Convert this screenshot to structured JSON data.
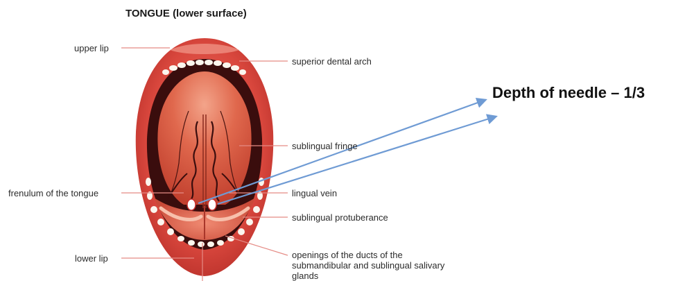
{
  "title": "TONGUE (lower surface)",
  "annotation": "Depth of needle – 1/3",
  "labels": {
    "upper_lip": "upper lip",
    "frenulum": "frenulum of the tongue",
    "lower_lip": "lower lip",
    "superior_dental_arch": "superior dental arch",
    "sublingual_fringe": "sublingual fringe",
    "lingual_vein": "lingual vein",
    "sublingual_protuberance": "sublingual protuberance",
    "duct_openings": "openings of the ducts of the submandibular and sublingual salivary glands"
  },
  "colors": {
    "lip": "#d9473d",
    "mouth_dark": "#3a0d0d",
    "tongue": "#d8553f",
    "arrow": "#6f9bd4",
    "leader": "#e58b85"
  }
}
